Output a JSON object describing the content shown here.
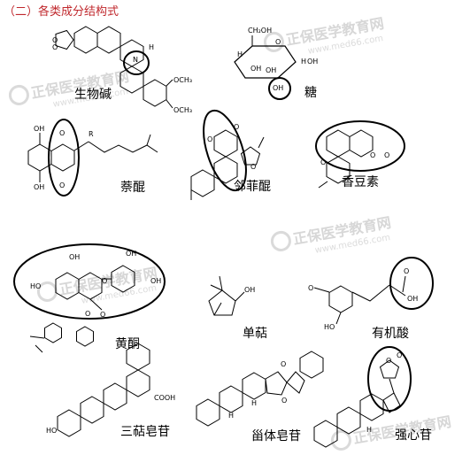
{
  "heading": "（二）各类成分结构式",
  "watermark": {
    "brand": "正保医学教育网",
    "site": "www.med66.com"
  },
  "compounds": [
    {
      "name": "生物碱",
      "atoms": {
        "nh": "N",
        "h": "H",
        "ome1": "OCH₃",
        "ome2": "OCH₃"
      }
    },
    {
      "name": "糖",
      "atoms": {
        "ch2oh": "CH₂OH",
        "oh1": "OH",
        "oh2": "OH",
        "oh3": "OH",
        "oh4": "OH",
        "h1": "H",
        "h2": "H"
      }
    },
    {
      "name": "萘醌",
      "atoms": {
        "oh1": "OH",
        "oh2": "OH",
        "o1": "O",
        "o2": "O",
        "r": "R"
      }
    },
    {
      "name": "邻菲醌",
      "atoms": {
        "o1": "O",
        "o2": "O",
        "o3": "O"
      }
    },
    {
      "name": "香豆素",
      "atoms": {
        "o1": "O",
        "o2": "O",
        "o3": "O"
      }
    },
    {
      "name": "黄酮",
      "atoms": {
        "ho": "HO",
        "oh1": "OH",
        "oh2": "OH",
        "oh3": "OH",
        "o1": "O",
        "o2": "O",
        "o3": "O"
      }
    },
    {
      "name": "单萜",
      "atoms": {
        "oh": "OH"
      }
    },
    {
      "name": "有机酸",
      "atoms": {
        "ho": "HO",
        "oh": "OH",
        "o": "O",
        "och3": "O"
      }
    },
    {
      "name": "三萜皂苷",
      "atoms": {
        "cooh": "COOH",
        "ho": "HO"
      }
    },
    {
      "name": "甾体皂苷",
      "atoms": {
        "o1": "O",
        "o2": "O",
        "h1": "H",
        "h2": "H"
      }
    },
    {
      "name": "强心苷",
      "atoms": {
        "o1": "O",
        "o2": "O",
        "h": "H"
      }
    }
  ]
}
